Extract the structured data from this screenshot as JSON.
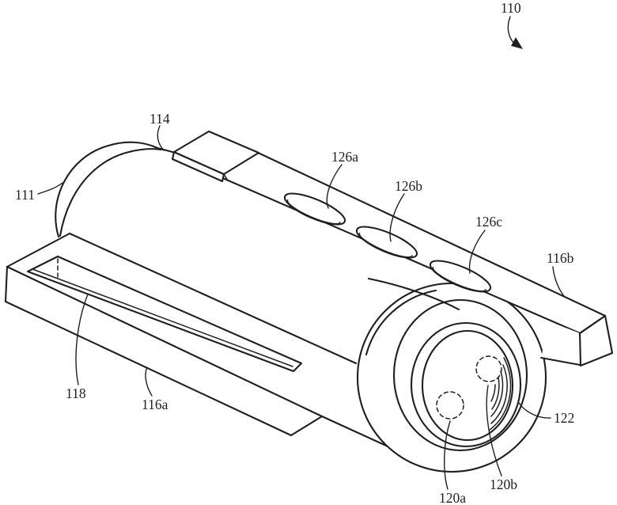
{
  "figure": {
    "kind": "patent line drawing",
    "description": "Isometric patent-style drawing of a cylindrical module (with domed end cap, vent slots and a multi-ring lens face) seated in an L-shaped bracket with a slotted arm",
    "background_color": "#ffffff",
    "ink_color": "#1f1f1f"
  },
  "labels": [
    {
      "text": "110"
    },
    {
      "text": "111"
    },
    {
      "text": "114"
    },
    {
      "text": "126a"
    },
    {
      "text": "126b"
    },
    {
      "text": "126c"
    },
    {
      "text": "116b"
    },
    {
      "text": "118"
    },
    {
      "text": "116a"
    },
    {
      "text": "122"
    },
    {
      "text": "120b"
    },
    {
      "text": "120a"
    }
  ]
}
